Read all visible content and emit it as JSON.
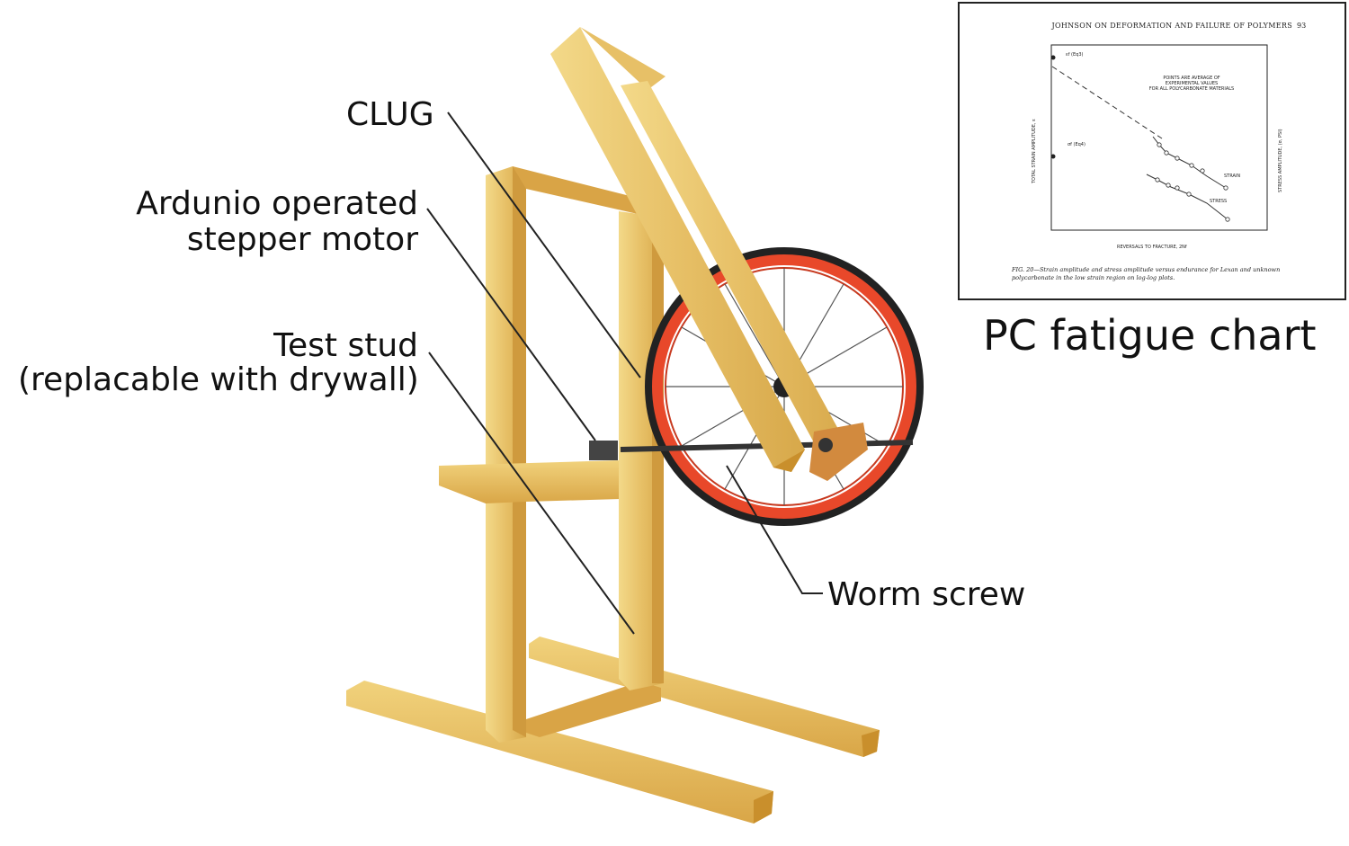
{
  "labels": {
    "clug": "CLUG",
    "motor_line1": "Ardunio operated",
    "motor_line2": "stepper motor",
    "stud_line1": "Test stud",
    "stud_line2": "(replacable with drywall)",
    "worm": "Worm screw",
    "chart_caption_big": "PC fatigue chart"
  },
  "inset_chart": {
    "header": "JOHNSON ON DEFORMATION AND FAILURE OF POLYMERS",
    "page": "93",
    "note_line1": "POINTS ARE AVERAGE OF",
    "note_line2": "EXPERIMENTAL VALUES",
    "note_line3": "FOR ALL POLYCARBONATE MATERIALS",
    "ylabel_left": "TOTAL STRAIN AMPLITUDE, ε",
    "ylabel_right": "STRESS AMPLITUDE, (σ, PSI)",
    "xlabel": "REVERSALS TO FRACTURE, 2Nf",
    "marker_ef": "εf (Eq3)",
    "marker_sf": "σf (Eq4)",
    "series_strain": "STRAIN",
    "series_stress": "STRESS",
    "figure_caption": "FIG. 20—Strain amplitude and stress amplitude versus endurance for Lexan and unknown polycarbonate in the low strain region on log-log plots."
  },
  "colors": {
    "wood": "#e9c46a",
    "wood_dark": "#c98f2c",
    "rim": "#e8482a",
    "tire": "#222222"
  }
}
